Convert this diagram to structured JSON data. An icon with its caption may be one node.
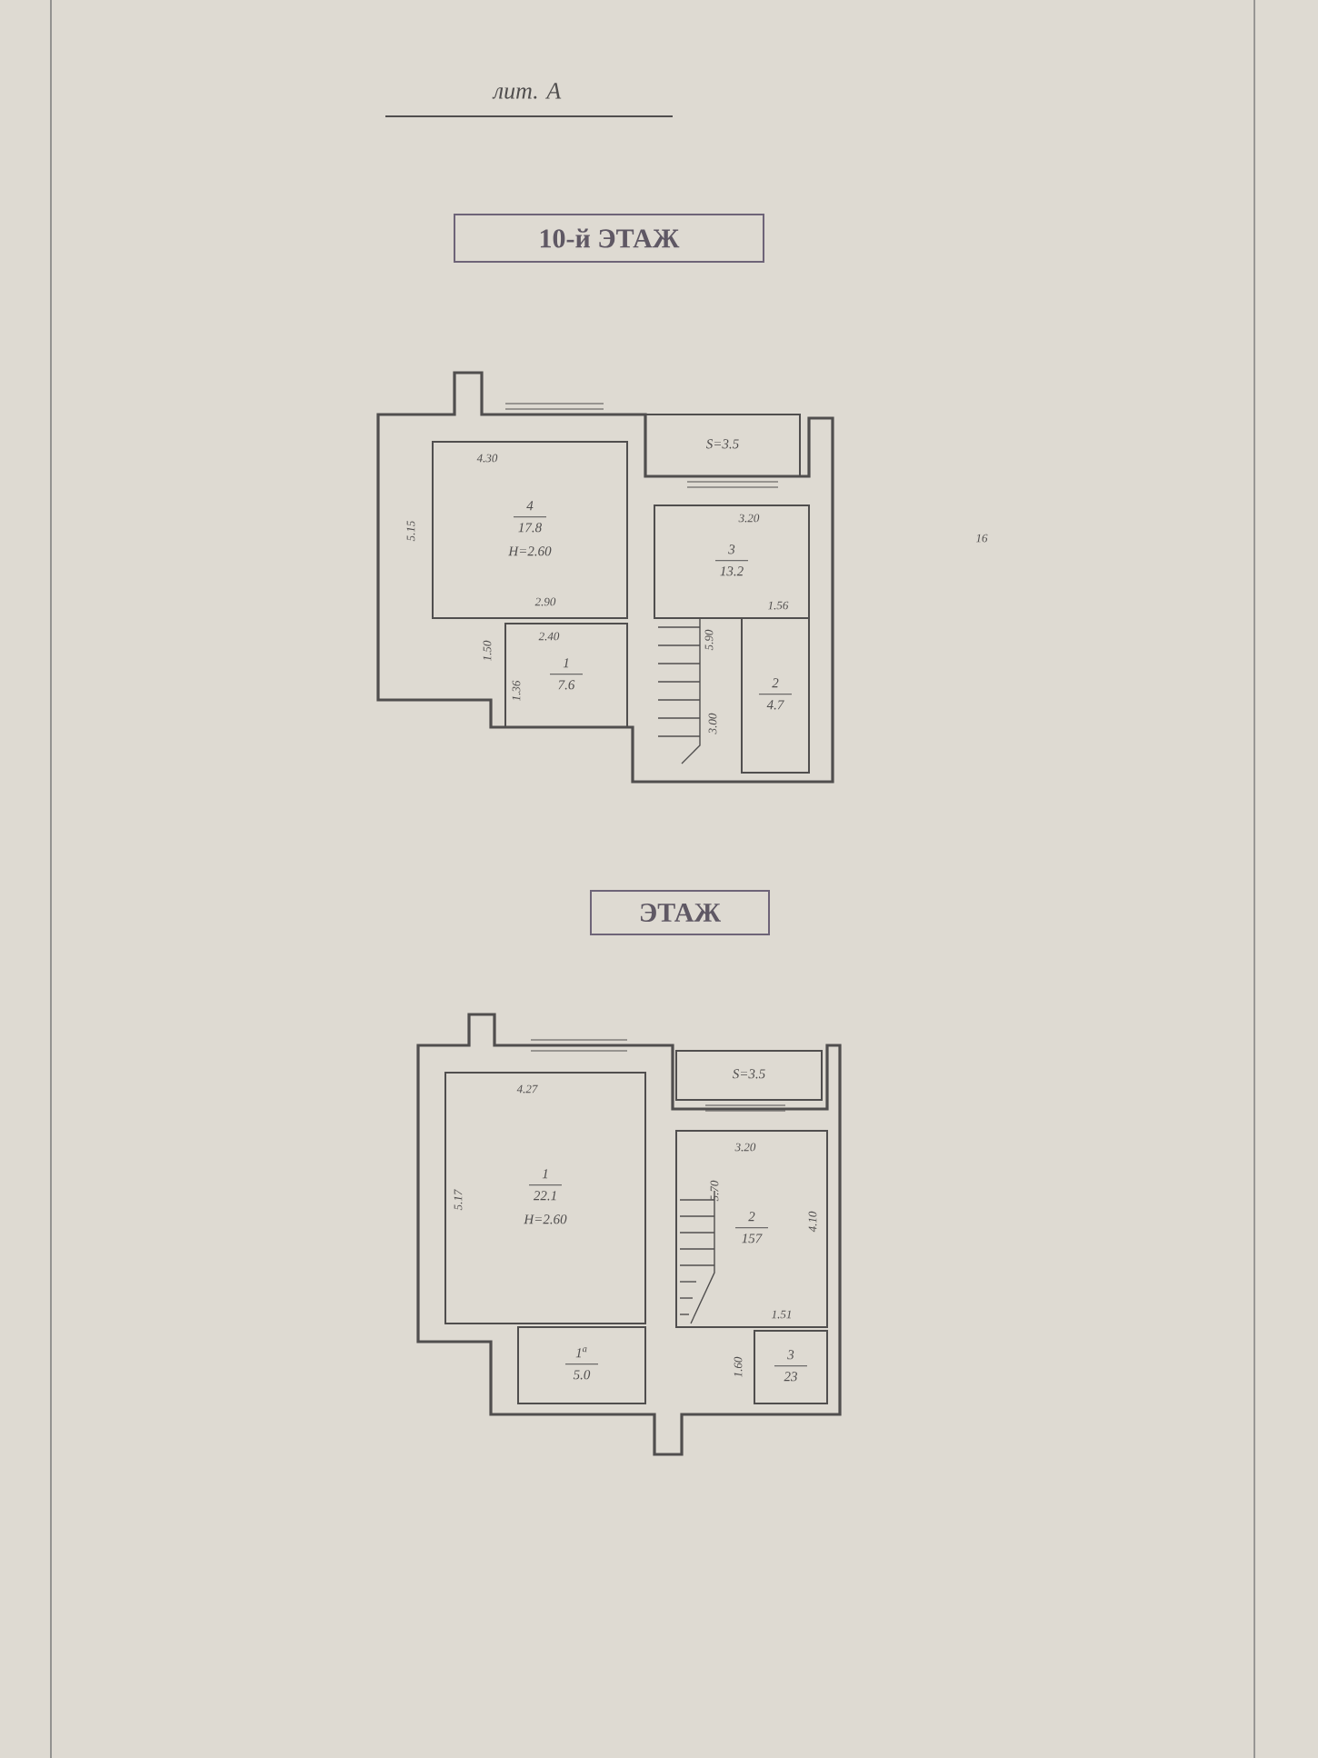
{
  "diagram": {
    "title": "лит. А",
    "nodes": [
      {
        "text": [
          "10-й ЭТАЖ"
        ]
      },
      {
        "text": [
          "4",
          "17.8",
          "H=2.60"
        ]
      },
      {
        "text": [
          "1",
          "7.6"
        ]
      },
      {
        "text": [
          "S=3.5"
        ]
      },
      {
        "text": [
          "3",
          "13.2"
        ]
      },
      {
        "text": [
          "2",
          "4.7"
        ]
      },
      {
        "text": [
          "ЭТАЖ"
        ]
      },
      {
        "text": [
          "1",
          "22.1",
          "H=2.60"
        ]
      },
      {
        "text": [
          "1$^{а}$",
          "5.0"
        ]
      },
      {
        "text": [
          "S=3.5"
        ]
      },
      {
        "text": [
          "2",
          "157"
        ]
      },
      {
        "text": [
          "3",
          "23"
        ]
      }
    ],
    "labels": [
      "4.30",
      "5.15",
      "2.90",
      "2.40",
      "1.50",
      "1.36",
      "3.20",
      "5.90",
      "1.56",
      "3.00",
      "16",
      "4.27",
      "5.17",
      "3.20",
      "5.70",
      "4.10",
      "1.51",
      "1.60"
    ]
  }
}
